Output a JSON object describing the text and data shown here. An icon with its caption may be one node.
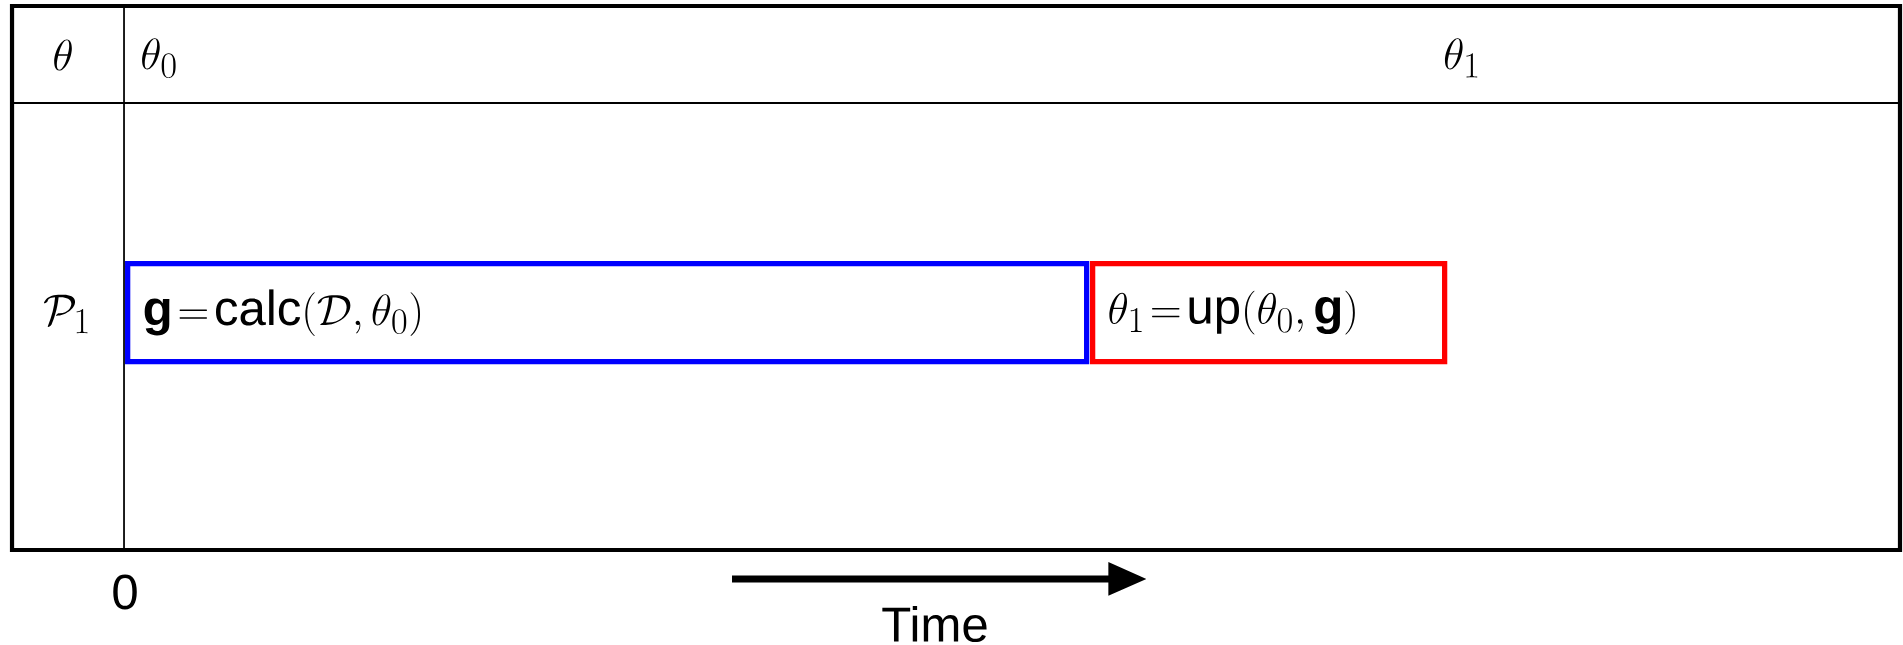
{
  "diagram": {
    "nodes": [
      {
        "text": [
          "\\mathbf{g}\\!=\\!\\mathrm{calc}(\\mathcal{D},\\theta_0)"
        ]
      },
      {
        "text": [
          "\\theta_1\\!=\\!\\mathrm{up}(\\theta_0,\\mathbf{g})"
        ]
      }
    ],
    "labels": [
      "\\theta",
      "\\theta_0",
      "\\theta_1",
      "\\mathcal{P}_1",
      "0",
      "Time"
    ]
  }
}
